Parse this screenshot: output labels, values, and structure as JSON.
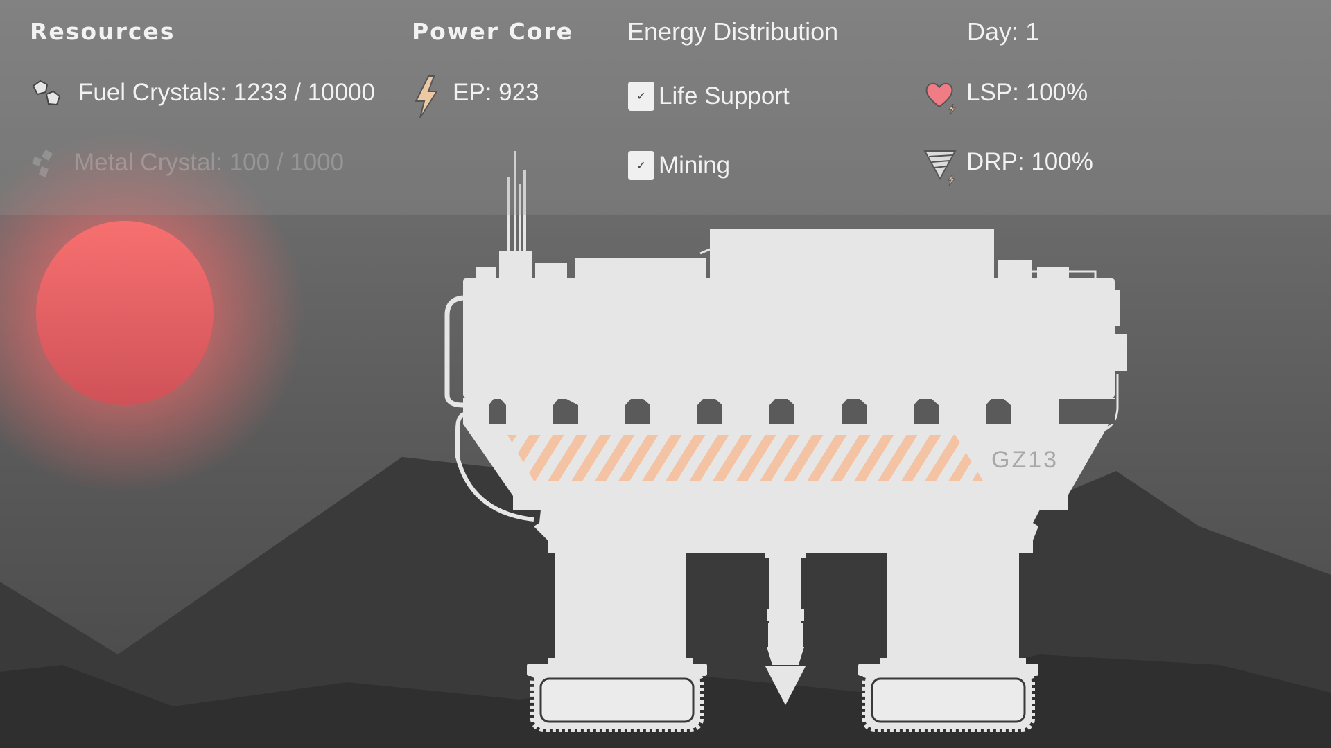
{
  "resources": {
    "heading": "Resources",
    "fuel": {
      "label": "Fuel Crystals: 1233 / 10000",
      "icon": "fuel-crystal-icon"
    },
    "metal": {
      "label": "Metal Crystal: 100 / 1000",
      "icon": "metal-crystal-icon",
      "state": "disabled"
    }
  },
  "power_core": {
    "heading": "Power Core",
    "ep": {
      "label": "EP: 923",
      "icon": "lightning-bolt-icon"
    }
  },
  "energy_distribution": {
    "heading": "Energy Distribution",
    "items": [
      {
        "label": "Life Support",
        "checked": true,
        "check_glyph": "✓"
      },
      {
        "label": "Mining",
        "checked": true,
        "check_glyph": "✓"
      }
    ]
  },
  "status": {
    "day": "Day: 1",
    "lsp": {
      "label": "LSP: 100%",
      "icon": "heart-power-icon"
    },
    "drp": {
      "label": "DRP: 100%",
      "icon": "drill-power-icon"
    }
  },
  "vehicle": {
    "id_text": "GZ13"
  },
  "colors": {
    "sun": "#f06a6e",
    "hazard_stripes": "#f4c3a4",
    "vehicle_body": "#e6e6e6",
    "mountains": "#333333",
    "sky_top": "#6e6e6e"
  }
}
